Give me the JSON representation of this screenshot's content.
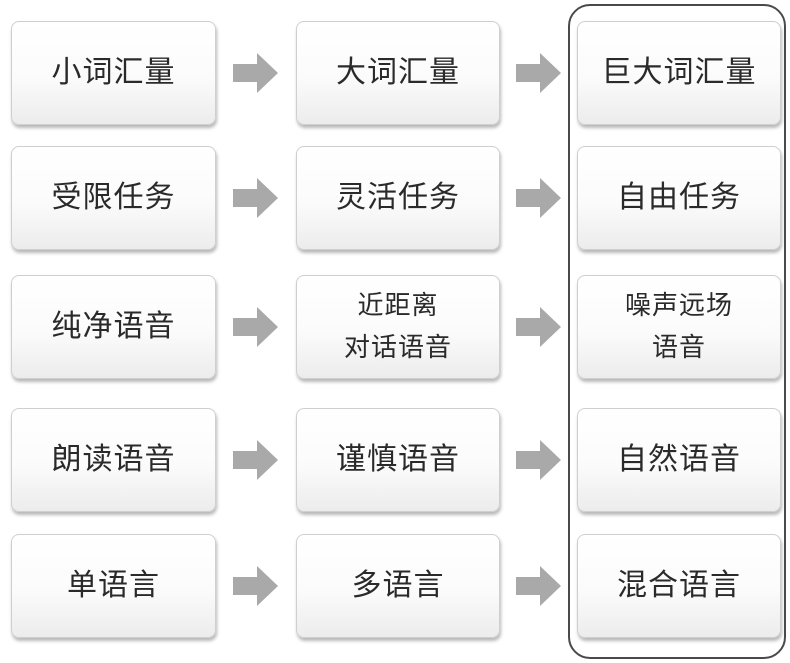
{
  "rows": [
    {
      "from": [
        "小词汇量"
      ],
      "mid": [
        "大词汇量"
      ],
      "to": [
        "巨大词汇量"
      ]
    },
    {
      "from": [
        "受限任务"
      ],
      "mid": [
        "灵活任务"
      ],
      "to": [
        "自由任务"
      ]
    },
    {
      "from": [
        "纯净语音"
      ],
      "mid": [
        "近距离",
        "对话语音"
      ],
      "to": [
        "噪声远场",
        "语音"
      ]
    },
    {
      "from": [
        "朗读语音"
      ],
      "mid": [
        "谨慎语音"
      ],
      "to": [
        "自然语音"
      ]
    },
    {
      "from": [
        "单语言"
      ],
      "mid": [
        "多语言"
      ],
      "to": [
        "混合语言"
      ]
    }
  ],
  "colors": {
    "arrow_fill": "#a9a9a9",
    "frame_stroke": "#4a4a4a",
    "text": "#2a2a2a"
  },
  "icons": {
    "arrow": "arrow-right-icon"
  }
}
